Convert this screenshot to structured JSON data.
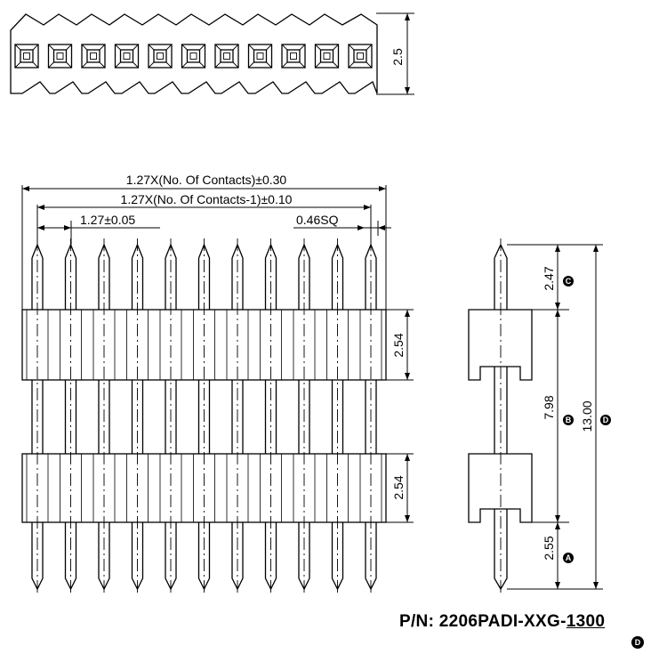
{
  "top_view": {
    "height_label": "2.5",
    "pins": 11
  },
  "front_view": {
    "dims": {
      "overall": "1.27X(No. Of Contacts)±0.30",
      "pitch_span": "1.27X(No. Of Contacts-1)±0.10",
      "pitch": "1.27±0.05",
      "pin_square": "0.46SQ",
      "housing_upper": "2.54",
      "housing_lower": "2.54"
    }
  },
  "side_view": {
    "dims": {
      "top_pin": "2.47",
      "mid": "7.98",
      "bottom_pin": "2.55",
      "total": "13.00"
    },
    "markers": {
      "a": "A",
      "b": "B",
      "c": "C",
      "d": "D"
    }
  },
  "part_number": {
    "prefix": "P/N: 2206PADI-XXG-",
    "variable": "1300",
    "marker": "D"
  }
}
